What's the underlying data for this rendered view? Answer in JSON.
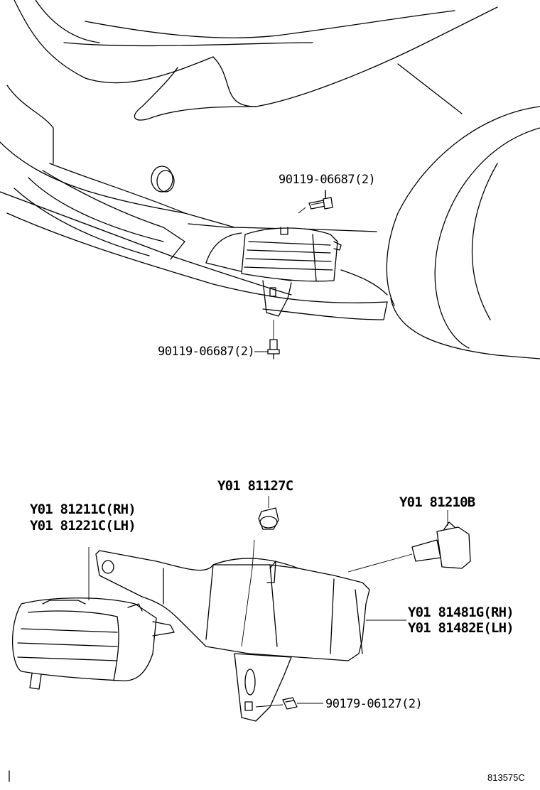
{
  "diagram": {
    "labels": {
      "bolt_upper": "90119-06687(2)",
      "bolt_lower": "90119-06687(2)",
      "socket": "Y01 81127C",
      "lamp_rh": "Y01 81211C(RH)",
      "lamp_lh": "Y01 81221C(LH)",
      "bulb": "Y01 81210B",
      "cover_rh": "Y01 81481G(RH)",
      "cover_lh": "Y01 81482E(LH)",
      "nut": "90179-06127(2)"
    },
    "figure_ref": "813575C"
  }
}
